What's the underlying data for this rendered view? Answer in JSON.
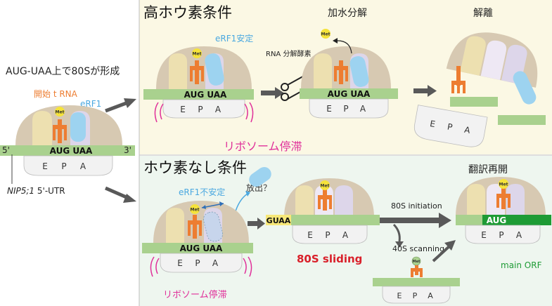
{
  "colors": {
    "high_panel_bg": "#fbf8e4",
    "low_panel_bg": "#eef6ef",
    "mrna": "#a9d18e",
    "trna": "#ed7d31",
    "erf1": "#9dd3f0",
    "met": "#f5e33b",
    "stall": "#e0309a",
    "sliding": "#d9202a",
    "main_orf": "#1e9b35"
  },
  "left": {
    "title": "AUG-UAA上で80Sが形成",
    "initiator_label": "開始 t RNA",
    "erf1_label": "eRF1",
    "met": "Met",
    "codon": "AUG UAA",
    "five_prime": "5'",
    "three_prime": "3'",
    "sites": [
      "E",
      "P",
      "A"
    ],
    "gene_italic": "NIP5;1",
    "gene_suffix": " 5'-UTR"
  },
  "high_boron": {
    "title": "高ホウ素条件",
    "erf1_stable": "eRF1安定",
    "met": "Met",
    "codon": "AUG UAA",
    "sites": [
      "E",
      "P",
      "A"
    ],
    "stalling": "リボソーム停滞",
    "hydrolysis_title": "加水分解",
    "hydrolase_label": "RNA 分解酵素",
    "dissociation_title": "解離"
  },
  "low_boron": {
    "title": "ホウ素なし条件",
    "erf1_unstable": "eRF1不安定",
    "release_q": "放出？",
    "met": "Met",
    "codon": "AUG UAA",
    "sites": [
      "E",
      "P",
      "A"
    ],
    "stalling": "リボソーム停滞",
    "guaa": "GUAA",
    "sliding": "80S sliding",
    "initiation": "80S initiation",
    "scanning": "40S scanning",
    "reinit_title": "翻訳再開",
    "aug": "AUG",
    "main_orf": "main ORF"
  }
}
